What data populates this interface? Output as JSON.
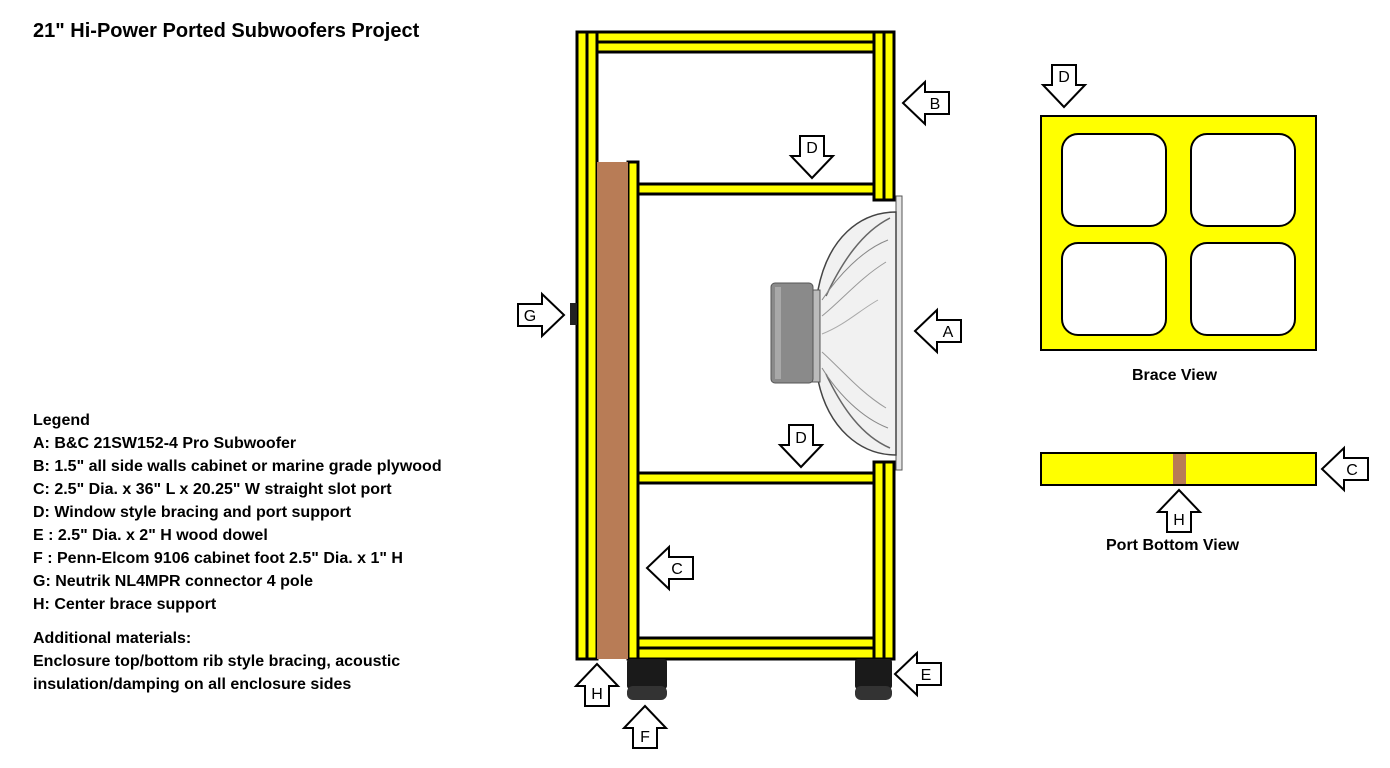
{
  "title": "21\" Hi-Power Ported Subwoofers Project",
  "legend": {
    "heading": "Legend",
    "items": [
      "A: B&C 21SW152-4 Pro Subwoofer",
      "B: 1.5\" all side walls cabinet or marine grade plywood",
      "C:  2.5\" Dia. x 36\" L x 20.25\" W straight slot port",
      "D: Window style bracing and port support",
      "E : 2.5\" Dia. x 2\" H wood dowel",
      "F : Penn-Elcom 9106 cabinet foot 2.5\" Dia. x 1\" H",
      "G: Neutrik NL4MPR connector 4 pole",
      "H: Center brace support"
    ]
  },
  "materials": {
    "heading": "Additional materials:",
    "lines": [
      "Enclosure top/bottom rib style bracing, acoustic",
      "insulation/damping on all enclosure   sides"
    ]
  },
  "captions": {
    "brace_view": "Brace View",
    "port_bottom_view": "Port Bottom View"
  },
  "callouts": {
    "a": "A",
    "b": "B",
    "c_main": "C",
    "d_top": "D",
    "d_mid": "D",
    "d_brace": "D",
    "e": "E",
    "f": "F",
    "g": "G",
    "h_main": "H",
    "c_port": "C",
    "h_port": "H"
  },
  "colors": {
    "panel": "#ffff00",
    "outline": "#000000",
    "port_wood": "#b87c56",
    "driver_gray": "#8a8a8a",
    "foot": "#1a1a1a"
  }
}
